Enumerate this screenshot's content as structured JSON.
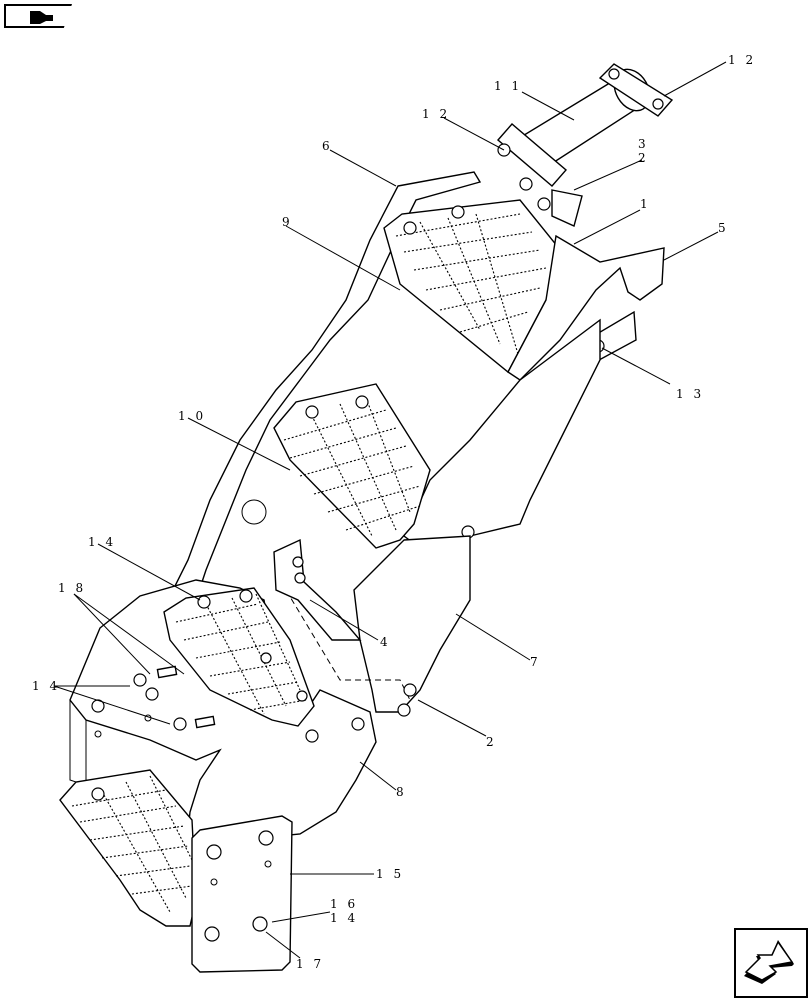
{
  "nav": {
    "prev_icon": "back-arrow-icon",
    "next_icon": "next-arrow-icon"
  },
  "callouts": [
    {
      "id": "c-12-top",
      "label": "1 2"
    },
    {
      "id": "c-11",
      "label": "1 1"
    },
    {
      "id": "c-12-left",
      "label": "1 2"
    },
    {
      "id": "c-3",
      "label": "3"
    },
    {
      "id": "c-2-top",
      "label": "2"
    },
    {
      "id": "c-6",
      "label": "6"
    },
    {
      "id": "c-1",
      "label": "1"
    },
    {
      "id": "c-5",
      "label": "5"
    },
    {
      "id": "c-9",
      "label": "9"
    },
    {
      "id": "c-13",
      "label": "1 3"
    },
    {
      "id": "c-10",
      "label": "1 0"
    },
    {
      "id": "c-14-top",
      "label": "1 4"
    },
    {
      "id": "c-18",
      "label": "1 8"
    },
    {
      "id": "c-4",
      "label": "4"
    },
    {
      "id": "c-7",
      "label": "7"
    },
    {
      "id": "c-14-left",
      "label": "1 4"
    },
    {
      "id": "c-2-mid",
      "label": "2"
    },
    {
      "id": "c-8",
      "label": "8"
    },
    {
      "id": "c-15",
      "label": "1 5"
    },
    {
      "id": "c-16",
      "label": "1 6"
    },
    {
      "id": "c-14-bot",
      "label": "1 4"
    },
    {
      "id": "c-17",
      "label": "1 7"
    }
  ]
}
